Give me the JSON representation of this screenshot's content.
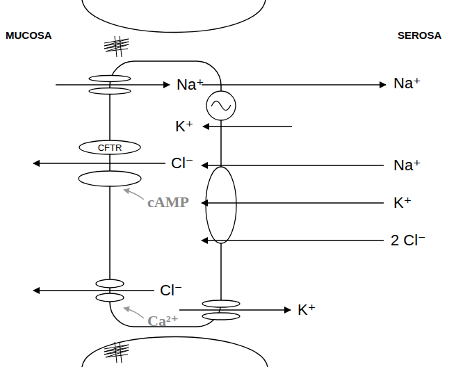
{
  "diagram": {
    "nodes": [
      {
        "text": [
          "CFTR"
        ]
      }
    ],
    "labels": [
      "MUCOSA",
      "SEROSA",
      "Na⁺",
      "Cl⁻",
      "cAMP",
      "Cl⁻",
      "Ca²⁺",
      "Na⁺",
      "K⁺",
      "Na⁺",
      "K⁺",
      "2 Cl⁻",
      "K⁺"
    ]
  }
}
